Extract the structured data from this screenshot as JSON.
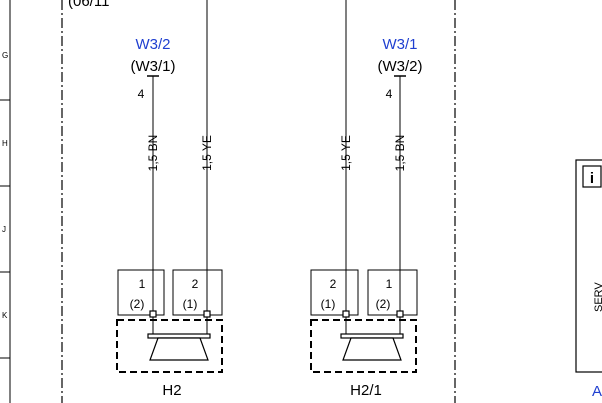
{
  "header": {
    "partial_text": "(06/11"
  },
  "ruler": {
    "rows": [
      "G",
      "H",
      "J",
      "K"
    ]
  },
  "ground_left": {
    "ref": "W3/2",
    "alt": "(W3/1)",
    "pin": "4"
  },
  "ground_right": {
    "ref": "W3/1",
    "alt": "(W3/2)",
    "pin": "4"
  },
  "wires": {
    "h2_bn": "1,5 BN",
    "h2_ye": "1,5 YE",
    "h21_ye": "1,5 YE",
    "h21_bn": "1,5 BN"
  },
  "speaker_h2": {
    "label": "H2",
    "pin_a": "1",
    "pin_a_alt": "(2)",
    "pin_b": "2",
    "pin_b_alt": "(1)"
  },
  "speaker_h21": {
    "label": "H2/1",
    "pin_a": "2",
    "pin_a_alt": "(1)",
    "pin_b": "1",
    "pin_b_alt": "(2)"
  },
  "info_box": {
    "icon": "i",
    "vertical_text": "SERV",
    "bottom_text": "A"
  },
  "colors": {
    "wire_label_blue": "#1f3fd0",
    "line": "#000000"
  }
}
